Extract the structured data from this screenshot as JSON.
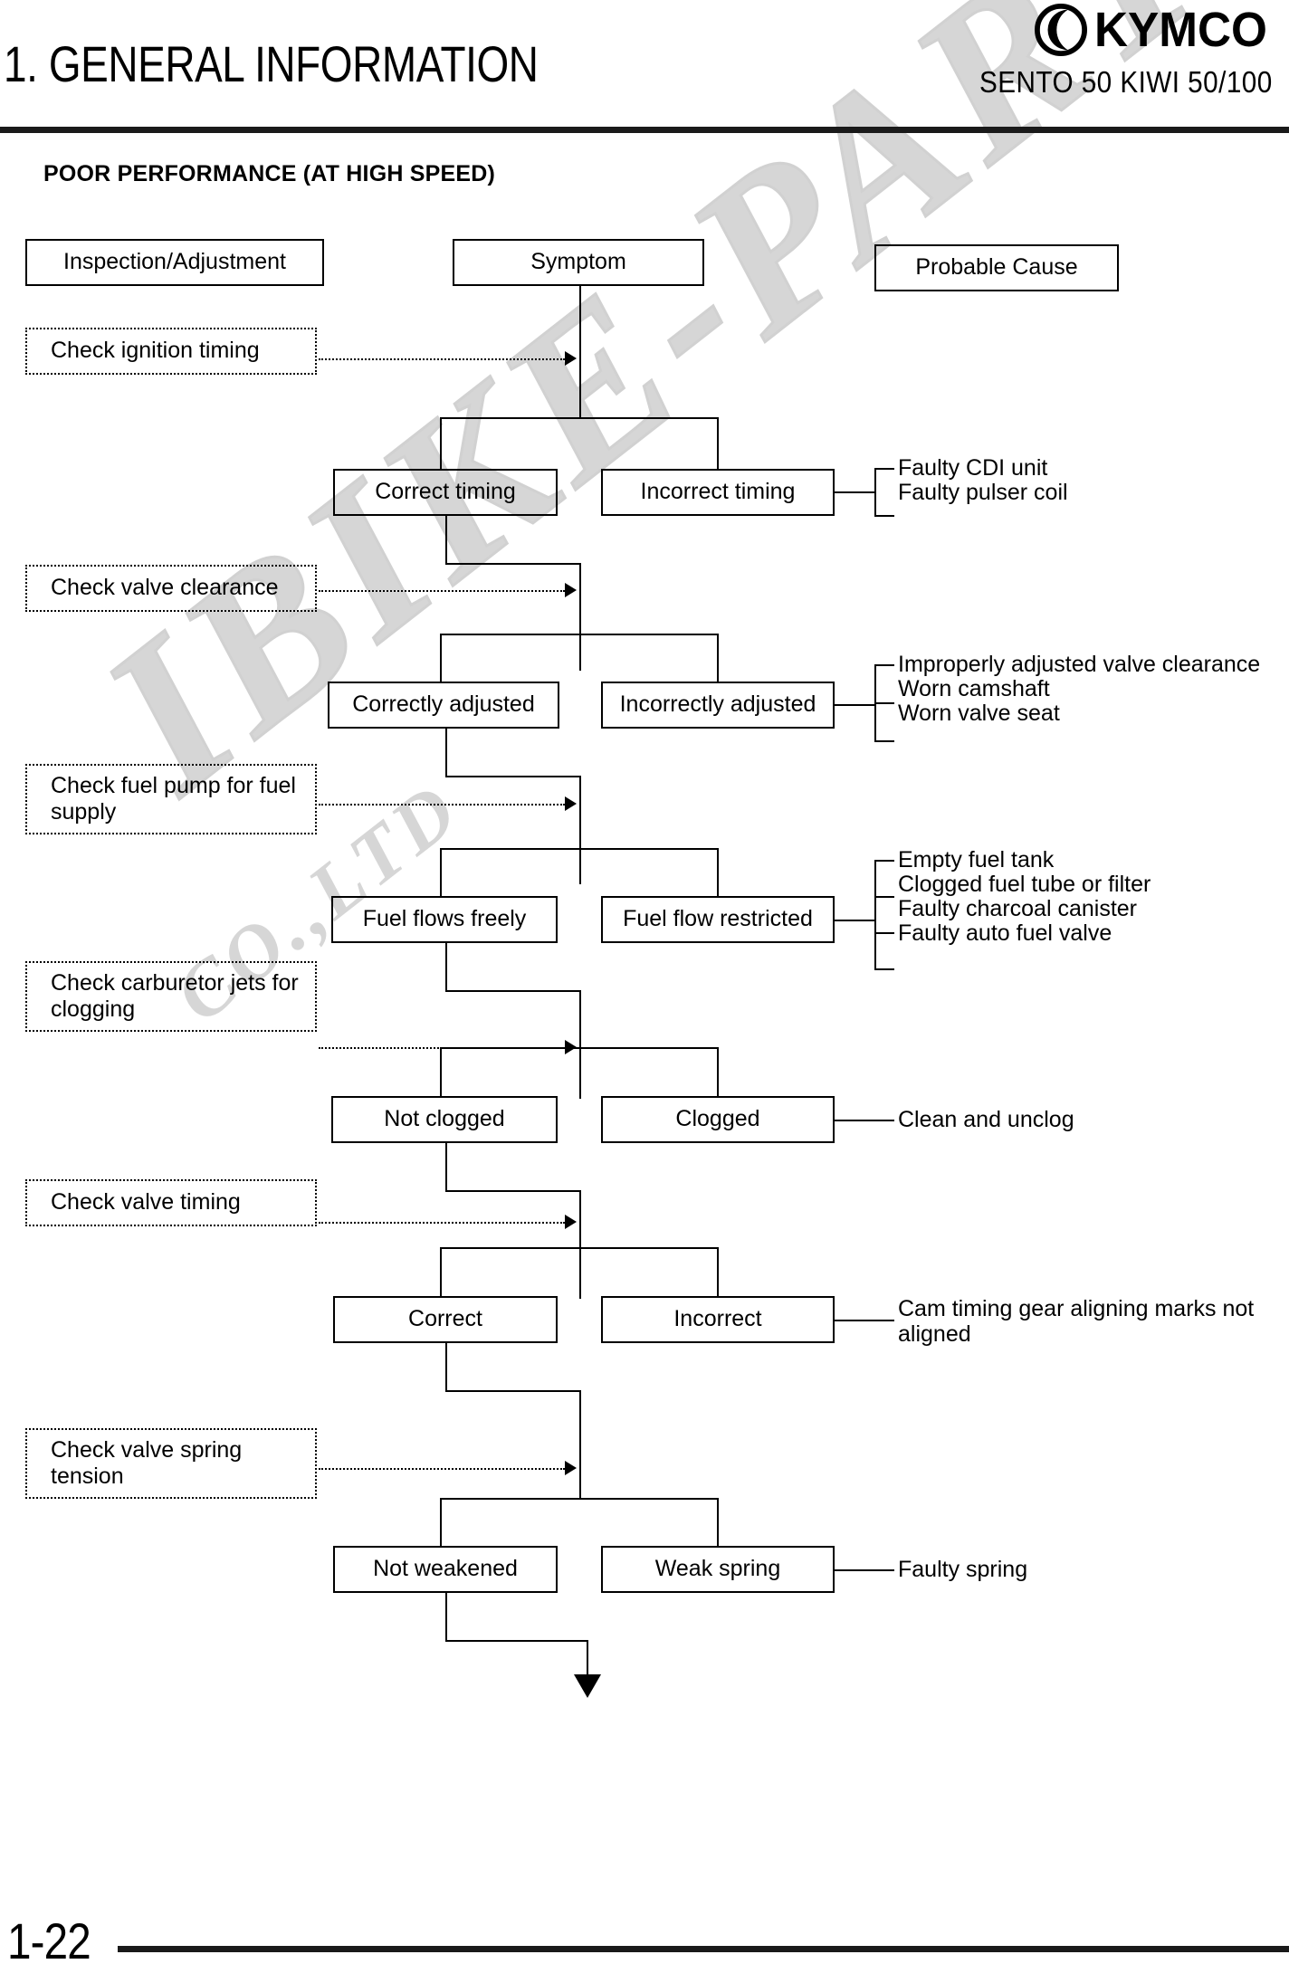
{
  "header": {
    "chapter_title": "1. GENERAL INFORMATION",
    "brand": "KYMCO",
    "brand_mark": "kymco-logo-icon",
    "model_line": "SENTO 50 KIWI 50/100"
  },
  "section": {
    "title": "POOR PERFORMANCE (AT HIGH SPEED)"
  },
  "columns": {
    "inspection": "Inspection/Adjustment",
    "symptom": "Symptom",
    "cause": "Probable Cause"
  },
  "steps": [
    {
      "inspection": "Check ignition timing",
      "pass": "Correct timing",
      "fail": "Incorrect timing",
      "causes": [
        "Faulty CDI unit",
        "Faulty pulser coil"
      ]
    },
    {
      "inspection": "Check valve clearance",
      "pass": "Correctly adjusted",
      "fail": "Incorrectly adjusted",
      "causes": [
        "Improperly adjusted valve clearance",
        "Worn camshaft",
        "Worn valve seat"
      ]
    },
    {
      "inspection": "Check fuel pump for fuel supply",
      "pass": "Fuel flows freely",
      "fail": "Fuel flow restricted",
      "causes": [
        "Empty fuel tank",
        "Clogged fuel tube or filter",
        "Faulty charcoal canister",
        "Faulty auto fuel valve"
      ]
    },
    {
      "inspection": "Check carburetor jets for clogging",
      "pass": "Not clogged",
      "fail": "Clogged",
      "causes": [
        "Clean and unclog"
      ]
    },
    {
      "inspection": "Check valve timing",
      "pass": "Correct",
      "fail": "Incorrect",
      "causes": [
        "Cam timing gear aligning marks not aligned"
      ]
    },
    {
      "inspection": "Check valve spring tension",
      "pass": "Not weakened",
      "fail": "Weak spring",
      "causes": [
        "Faulty spring"
      ]
    }
  ],
  "watermark": {
    "line1": "IBIKE-PARTS",
    "line2": "CO.,LTD"
  },
  "footer": {
    "page_number": "1-22"
  }
}
